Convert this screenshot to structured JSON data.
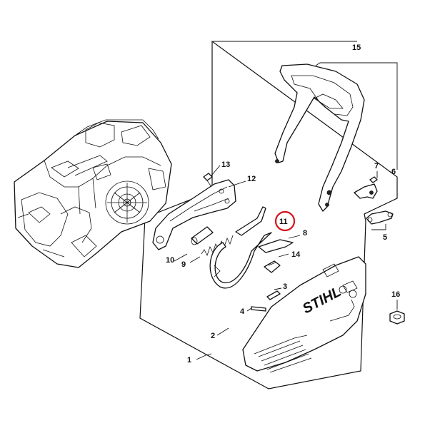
{
  "diagram": {
    "highlight_color": "#d4141c",
    "highlighted_part": "11",
    "brand_logo": "STIHL",
    "callouts": [
      {
        "id": "c1",
        "label": "1"
      },
      {
        "id": "c2",
        "label": "2"
      },
      {
        "id": "c3",
        "label": "3"
      },
      {
        "id": "c4",
        "label": "4"
      },
      {
        "id": "c5",
        "label": "5"
      },
      {
        "id": "c6",
        "label": "6"
      },
      {
        "id": "c7",
        "label": "7"
      },
      {
        "id": "c8",
        "label": "8"
      },
      {
        "id": "c9",
        "label": "9"
      },
      {
        "id": "c10",
        "label": "10"
      },
      {
        "id": "c11",
        "label": "11"
      },
      {
        "id": "c12",
        "label": "12"
      },
      {
        "id": "c13",
        "label": "13"
      },
      {
        "id": "c14",
        "label": "14"
      },
      {
        "id": "c15",
        "label": "15"
      },
      {
        "id": "c16",
        "label": "16"
      }
    ]
  }
}
